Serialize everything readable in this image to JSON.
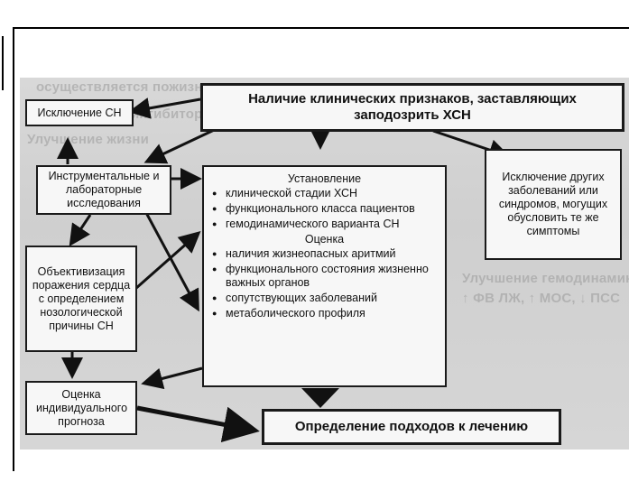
{
  "boxes": {
    "top": "Наличие клинических признаков, заставляющих заподозрить ХСН",
    "exclusion_hf": "Исключение СН",
    "instrumental": "Инструментальные и лабораторные исследования",
    "objectivization": "Объективизация поражения сердца с определением нозологической причины СН",
    "prognosis": "Оценка индивидуального прогноза",
    "treatment": "Определение подходов к лечению",
    "other_diseases": "Исключение других заболеваний или синдромов, могущих обусловить те же симптомы"
  },
  "center": {
    "heading1": "Установление",
    "items1": [
      "клинической стадии ХСН",
      "функционального класса пациентов",
      "гемодинамического варианта СН"
    ],
    "heading2": "Оценка",
    "items2": [
      "наличия жизнеопасных аритмий",
      "функционального состояния жизненно важных органов",
      "сопутствующих заболеваний",
      "метаболического профиля"
    ]
  },
  "background_text": [
    "осуществляется пожизненно и предполагает применение",
    "ингибиторов АПФ, диуретиков",
    "Улучшение жизни",
    "Улучшение гемодинамики:",
    "↑ ФВ ЛЖ, ↑ МОС, ↓ ПСС"
  ]
}
